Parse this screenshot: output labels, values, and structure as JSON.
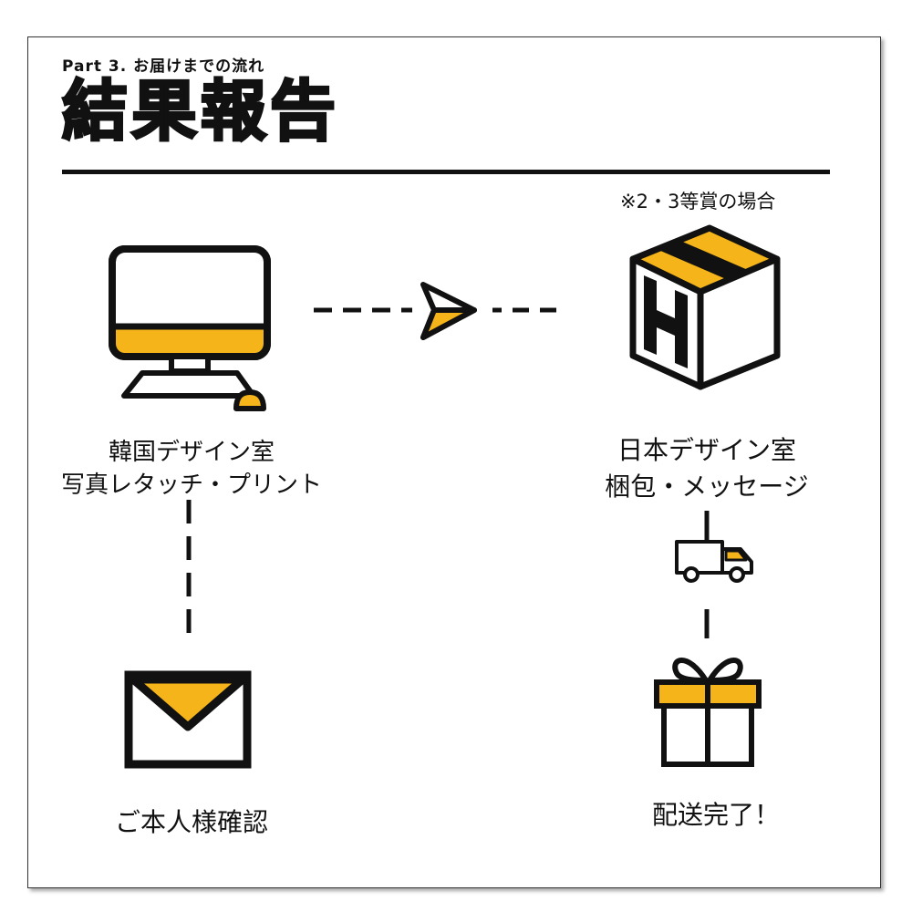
{
  "header": {
    "subtitle": "Part 3. お届けまでの流れ",
    "title": "結果報告"
  },
  "note": "※2・3等賞の場合",
  "nodes": {
    "korea": {
      "line1": "韓国デザイン室",
      "line2": "写真レタッチ・プリント"
    },
    "japan": {
      "line1": "日本デザイン室",
      "line2": "梱包・メッセージ"
    },
    "email": {
      "label": "ご本人様確認"
    },
    "delivered": {
      "label": "配送完了！"
    }
  },
  "colors": {
    "accent": "#f5b41a",
    "ink": "#111111"
  }
}
